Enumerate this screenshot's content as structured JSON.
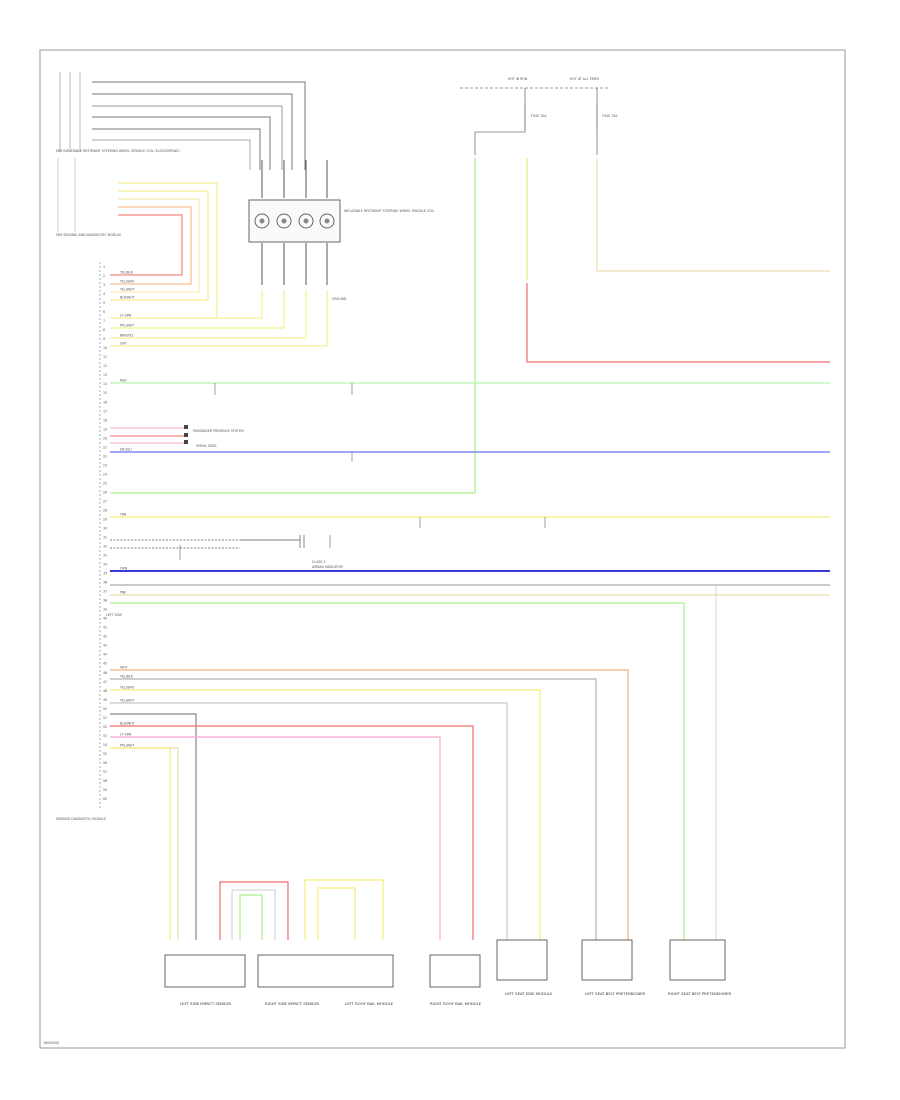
{
  "diagram": {
    "page_id": "W000000",
    "wire_colors": {
      "yellow": "#f3ee7a",
      "orange": "#f4b27b",
      "red": "#f36a6a",
      "pink": "#f7a8d0",
      "green": "#a8f08c",
      "lt_green": "#b8f5b0",
      "blue": "#6f6ff2",
      "tan": "#e9deb0",
      "gray": "#888888",
      "dark": "#444444"
    },
    "modules": {
      "steering_module": "SRS INFLATABLE RESTRAINT STEERING WHEEL MODULE COIL (CLOCKSPRING)",
      "sdm_upper": "SRS SENSING AND DIAGNOSTIC MODULE",
      "sdm_lower": "SENSING DIAGNOSTIC MODULE",
      "connector_block": "INFLATABLE RESTRAINT STEERING WHEEL MODULE COIL",
      "fuse_block_1": "HOT IN RUN",
      "fuse_block_2": "HOT AT ALL TIMES",
      "fuse_1": "FUSE 10A",
      "fuse_2": "FUSE 15A",
      "passenger_presence": "PASSENGER PRESENCE SYSTEM"
    },
    "labels": {
      "airbag_indicator": "AIRBAG INDICATOR",
      "ground_label": "GROUND",
      "class2": "CLASS 2",
      "serial_data": "SERIAL DATA",
      "left_side_label": "LEFT SIDE"
    },
    "components": [
      "LEFT SIDE IMPACT SENSOR",
      "RIGHT SIDE IMPACT SENSOR",
      "LEFT ROOF RAIL MODULE",
      "RIGHT ROOF RAIL MODULE",
      "LEFT SEAT SIDE MODULE",
      "LEFT SEAT BELT PRETENSIONER",
      "RIGHT SEAT BELT PRETENSIONER"
    ],
    "pins_left": [
      "1",
      "2",
      "3",
      "4",
      "5",
      "6",
      "7",
      "8",
      "9",
      "10",
      "11",
      "12",
      "13",
      "14",
      "15",
      "16",
      "17",
      "18",
      "19",
      "20",
      "21",
      "22",
      "23",
      "24",
      "25",
      "26",
      "27",
      "28",
      "29",
      "30",
      "31",
      "32",
      "33",
      "34",
      "35",
      "36",
      "37",
      "38",
      "39",
      "40",
      "41",
      "42",
      "43",
      "44",
      "45",
      "46",
      "47",
      "48",
      "49",
      "50",
      "51",
      "52",
      "53",
      "54",
      "55",
      "56",
      "57",
      "58",
      "59",
      "60"
    ],
    "wire_tags": [
      "YEL/BLK",
      "YEL/GRN",
      "YEL/WHT",
      "BLK/WHT",
      "LT GRN",
      "PPL/WHT",
      "BRN/YEL",
      "GRY",
      "RED",
      "DK BLU",
      "TAN",
      "ORN",
      "PNK",
      "WHT"
    ]
  }
}
